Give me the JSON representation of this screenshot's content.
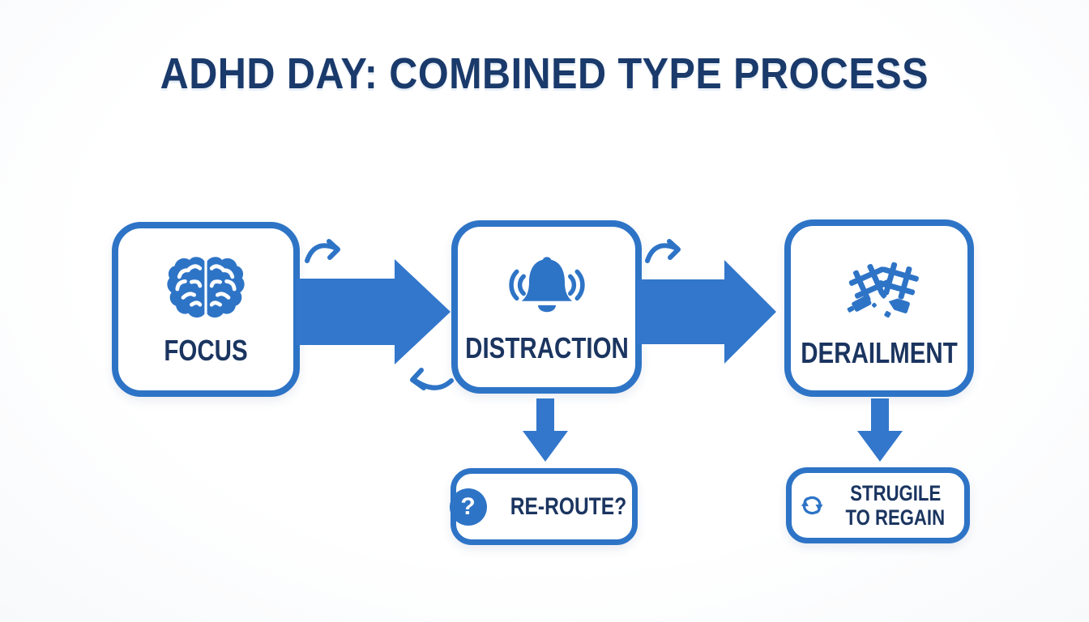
{
  "title": "ADHD DAY: COMBINED TYPE PROCESS",
  "colors": {
    "accent_blue": "#2e74c6",
    "arrow_blue": "#3277cb",
    "navy_text": "#1b3560",
    "title_navy": "#1a3a6b",
    "node_background": "#ffffff",
    "page_background": "#fcfdfe"
  },
  "nodes": [
    {
      "id": "focus",
      "label": "FOCUS",
      "icon": "brain-icon"
    },
    {
      "id": "distraction",
      "label": "DISTRACTION",
      "icon": "ringing-bell-icon"
    },
    {
      "id": "derailment",
      "label": "DERAILMENT",
      "icon": "broken-track-icon"
    }
  ],
  "subnodes": [
    {
      "id": "reroute",
      "label": "RE-ROUTE?",
      "icon": "question-mark-icon"
    },
    {
      "id": "struggle",
      "label_lines": [
        "STRUGILE",
        "TO REGAIN"
      ],
      "icon": "cycle-arrows-icon"
    }
  ],
  "icons": {
    "question_glyph": "?"
  },
  "connectors": [
    {
      "id": "focus-to-distraction",
      "type": "block-arrow-right"
    },
    {
      "id": "distraction-to-derailment",
      "type": "block-arrow-right"
    },
    {
      "id": "distraction-to-reroute",
      "type": "block-arrow-down"
    },
    {
      "id": "derailment-to-struggle",
      "type": "block-arrow-down"
    },
    {
      "id": "hop-forward-1",
      "type": "curved-arrow"
    },
    {
      "id": "hop-forward-2",
      "type": "curved-arrow"
    },
    {
      "id": "loop-back",
      "type": "curved-arrow-reverse"
    }
  ]
}
